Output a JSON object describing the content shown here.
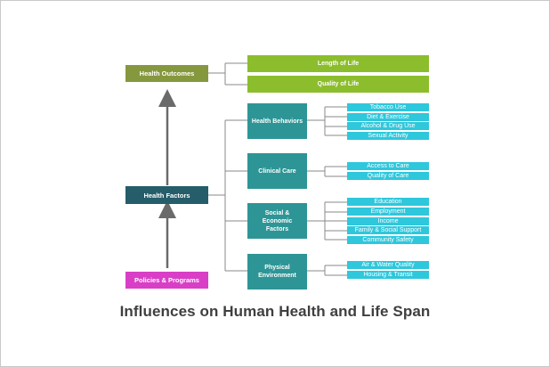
{
  "title": "Influences on Human Health and Life Span",
  "colors": {
    "outcomes": "#86983e",
    "factors": "#255d6b",
    "policies": "#d93fc6",
    "outcome_items": "#8cbd2d",
    "categories": "#2e9596",
    "sub_items": "#2ec7dc",
    "arrow": "#6a6a6a",
    "connector": "#8a8a8a"
  },
  "nodes": {
    "health_outcomes": "Health Outcomes",
    "health_factors": "Health Factors",
    "policies_programs": "Policies & Programs",
    "outcomes": [
      "Length of Life",
      "Quality of Life"
    ],
    "categories": [
      {
        "label": "Health Behaviors",
        "items": [
          "Tobacco Use",
          "Diet & Exercise",
          "Alcohol & Drug Use",
          "Sexual Activity"
        ]
      },
      {
        "label": "Clinical Care",
        "items": [
          "Access to Care",
          "Quality of Care"
        ]
      },
      {
        "label": "Social & Economic Factors",
        "items": [
          "Education",
          "Employment",
          "Income",
          "Family & Social Support",
          "Community Safety"
        ]
      },
      {
        "label": "Physical Environment",
        "items": [
          "Air & Water Quality",
          "Housing & Transit"
        ]
      }
    ]
  }
}
